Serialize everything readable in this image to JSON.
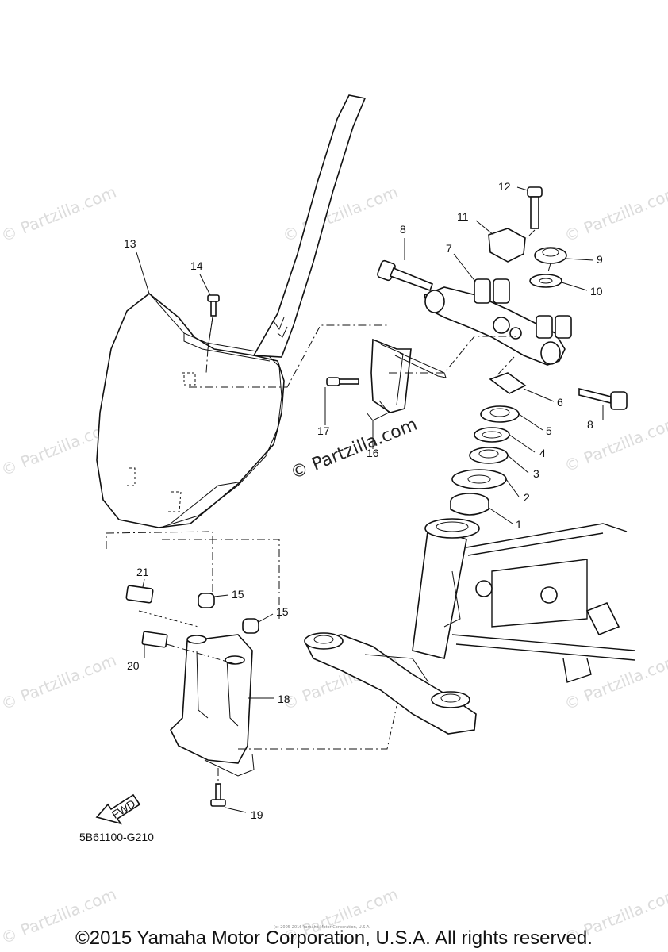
{
  "diagram": {
    "part_code": "5B61100-G210",
    "fwd_label": "FWD",
    "copyright": "©2015 Yamaha Motor Corporation, U.S.A. All rights reserved.",
    "small_copyright": "(c) 2005-2016 Yamaha Motor Corporation, U.S.A.",
    "watermark_center": "© Partzilla.com",
    "watermark_tile": "© Partzilla.com",
    "callouts": [
      "1",
      "2",
      "3",
      "4",
      "5",
      "6",
      "7",
      "8",
      "8",
      "9",
      "10",
      "11",
      "12",
      "13",
      "14",
      "15",
      "15",
      "16",
      "17",
      "18",
      "19",
      "20",
      "21"
    ]
  }
}
